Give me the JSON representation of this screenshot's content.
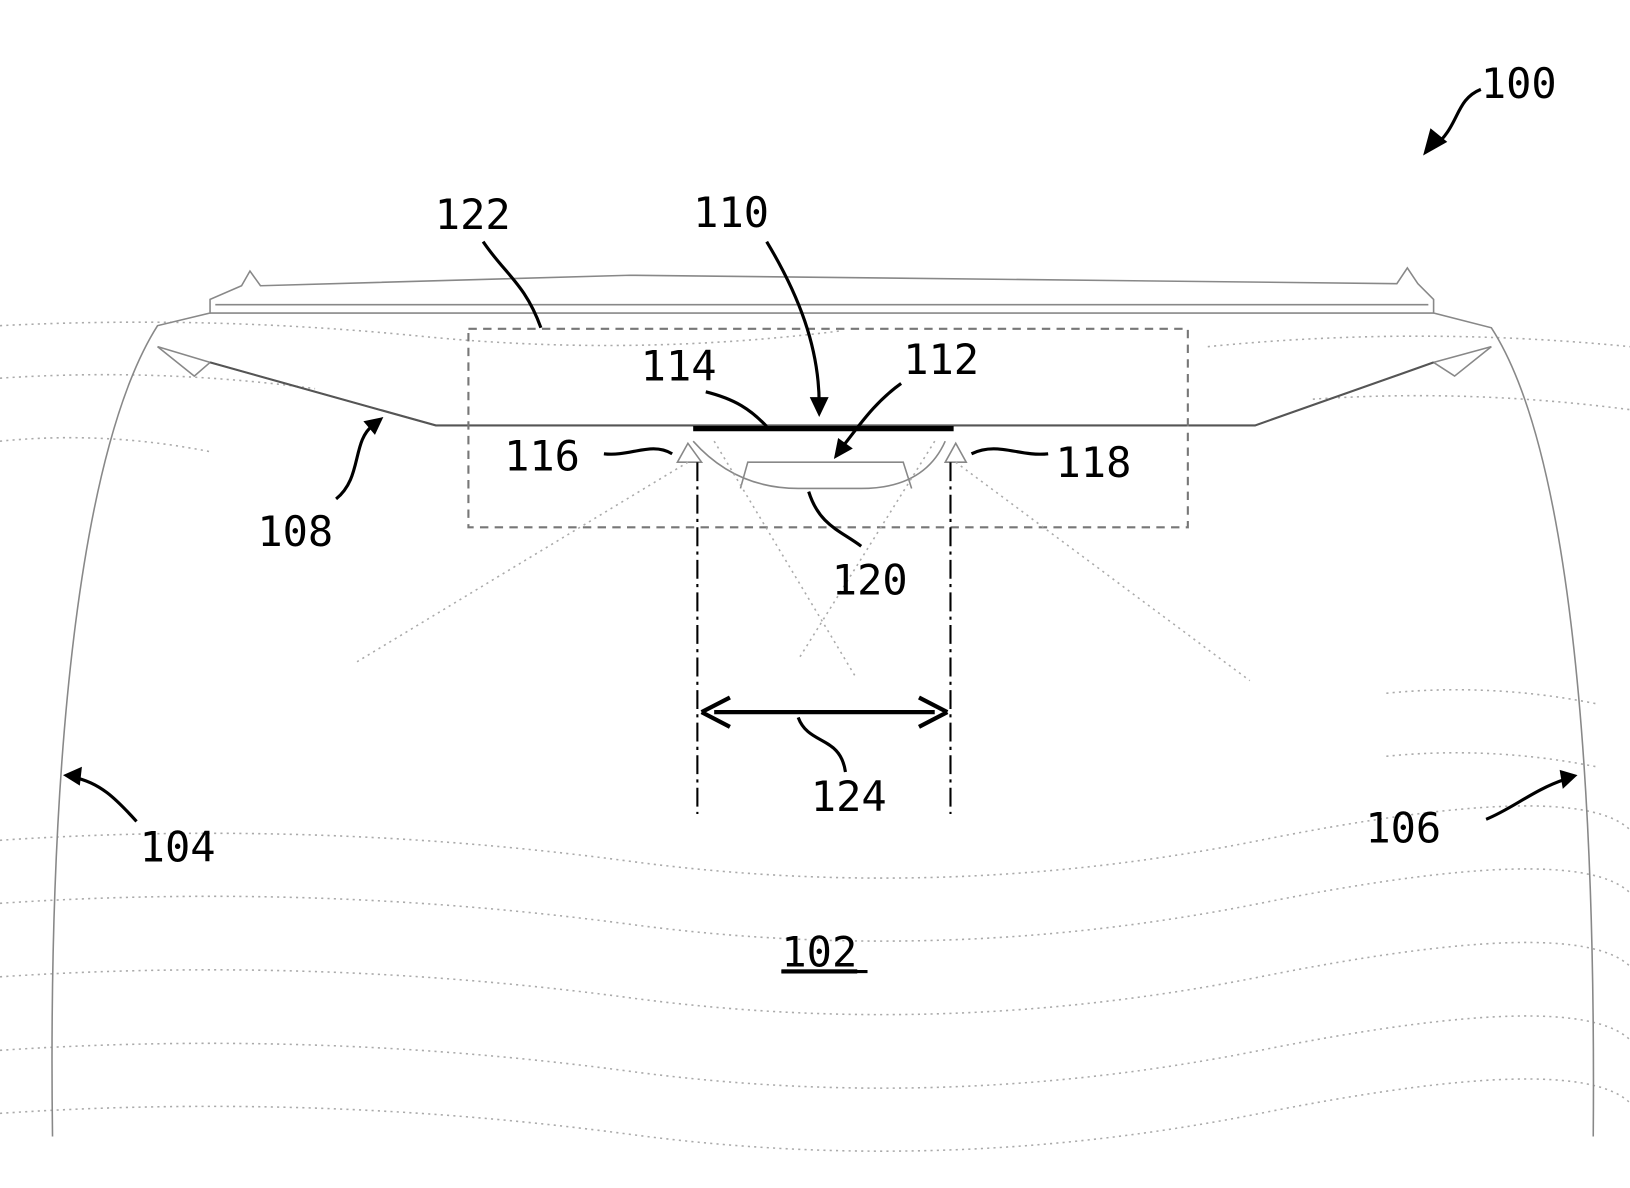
{
  "figure": {
    "labels": {
      "l100": "100",
      "l102": "102",
      "l104": "104",
      "l106": "106",
      "l108": "108",
      "l110": "110",
      "l112": "112",
      "l114": "114",
      "l116": "116",
      "l118": "118",
      "l120": "120",
      "l122": "122",
      "l124": "124"
    }
  }
}
